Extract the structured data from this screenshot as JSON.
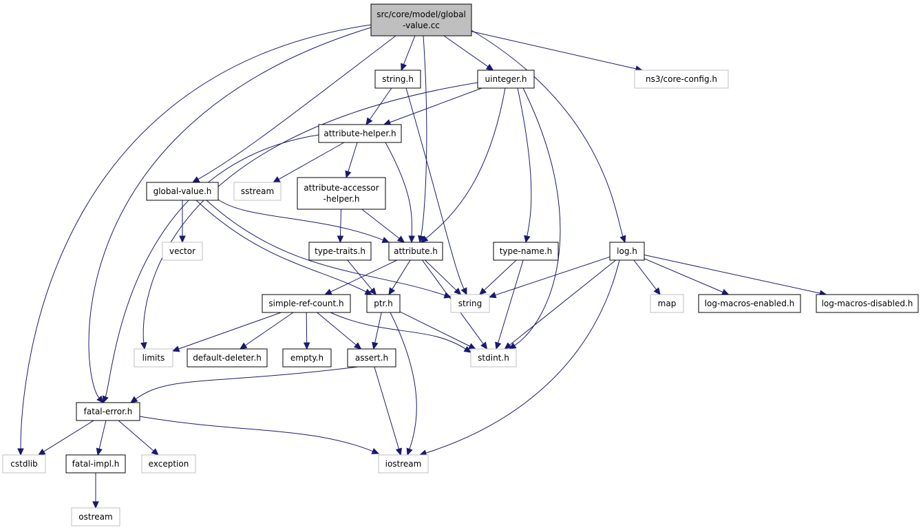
{
  "graph": {
    "root": "src_core_model_global_value_cc",
    "nodes": [
      {
        "id": "src_core_model_global_value_cc",
        "lines": [
          "src/core/model/global",
          "-value.cc"
        ],
        "kind": "root"
      },
      {
        "id": "string_h",
        "lines": [
          "string.h"
        ],
        "kind": "documented"
      },
      {
        "id": "uinteger_h",
        "lines": [
          "uinteger.h"
        ],
        "kind": "documented"
      },
      {
        "id": "ns3_core_config_h",
        "lines": [
          "ns3/core-config.h"
        ],
        "kind": "external"
      },
      {
        "id": "attribute_helper_h",
        "lines": [
          "attribute-helper.h"
        ],
        "kind": "documented"
      },
      {
        "id": "global_value_h",
        "lines": [
          "global-value.h"
        ],
        "kind": "documented"
      },
      {
        "id": "sstream",
        "lines": [
          "sstream"
        ],
        "kind": "external"
      },
      {
        "id": "attribute_accessor_helper_h",
        "lines": [
          "attribute-accessor",
          "-helper.h"
        ],
        "kind": "documented"
      },
      {
        "id": "vector",
        "lines": [
          "vector"
        ],
        "kind": "external"
      },
      {
        "id": "type_traits_h",
        "lines": [
          "type-traits.h"
        ],
        "kind": "documented"
      },
      {
        "id": "attribute_h",
        "lines": [
          "attribute.h"
        ],
        "kind": "documented"
      },
      {
        "id": "type_name_h",
        "lines": [
          "type-name.h"
        ],
        "kind": "documented"
      },
      {
        "id": "log_h",
        "lines": [
          "log.h"
        ],
        "kind": "documented"
      },
      {
        "id": "simple_ref_count_h",
        "lines": [
          "simple-ref-count.h"
        ],
        "kind": "documented"
      },
      {
        "id": "ptr_h",
        "lines": [
          "ptr.h"
        ],
        "kind": "documented"
      },
      {
        "id": "string",
        "lines": [
          "string"
        ],
        "kind": "external"
      },
      {
        "id": "map",
        "lines": [
          "map"
        ],
        "kind": "external"
      },
      {
        "id": "log_macros_enabled_h",
        "lines": [
          "log-macros-enabled.h"
        ],
        "kind": "documented"
      },
      {
        "id": "log_macros_disabled_h",
        "lines": [
          "log-macros-disabled.h"
        ],
        "kind": "documented"
      },
      {
        "id": "limits",
        "lines": [
          "limits"
        ],
        "kind": "external"
      },
      {
        "id": "default_deleter_h",
        "lines": [
          "default-deleter.h"
        ],
        "kind": "documented"
      },
      {
        "id": "empty_h",
        "lines": [
          "empty.h"
        ],
        "kind": "documented"
      },
      {
        "id": "assert_h",
        "lines": [
          "assert.h"
        ],
        "kind": "documented"
      },
      {
        "id": "stdint_h",
        "lines": [
          "stdint.h"
        ],
        "kind": "external"
      },
      {
        "id": "fatal_error_h",
        "lines": [
          "fatal-error.h"
        ],
        "kind": "documented"
      },
      {
        "id": "cstdlib",
        "lines": [
          "cstdlib"
        ],
        "kind": "external"
      },
      {
        "id": "fatal_impl_h",
        "lines": [
          "fatal-impl.h"
        ],
        "kind": "documented"
      },
      {
        "id": "exception",
        "lines": [
          "exception"
        ],
        "kind": "external"
      },
      {
        "id": "iostream",
        "lines": [
          "iostream"
        ],
        "kind": "external"
      },
      {
        "id": "ostream",
        "lines": [
          "ostream"
        ],
        "kind": "external"
      }
    ],
    "edges": [
      {
        "from": "src_core_model_global_value_cc",
        "to": "string_h"
      },
      {
        "from": "src_core_model_global_value_cc",
        "to": "uinteger_h"
      },
      {
        "from": "src_core_model_global_value_cc",
        "to": "ns3_core_config_h"
      },
      {
        "from": "src_core_model_global_value_cc",
        "to": "global_value_h"
      },
      {
        "from": "src_core_model_global_value_cc",
        "to": "attribute_h"
      },
      {
        "from": "src_core_model_global_value_cc",
        "to": "log_h"
      },
      {
        "from": "src_core_model_global_value_cc",
        "to": "fatal_error_h"
      },
      {
        "from": "src_core_model_global_value_cc",
        "to": "cstdlib"
      },
      {
        "from": "string_h",
        "to": "attribute_helper_h"
      },
      {
        "from": "string_h",
        "to": "string"
      },
      {
        "from": "uinteger_h",
        "to": "attribute_helper_h"
      },
      {
        "from": "uinteger_h",
        "to": "limits"
      },
      {
        "from": "uinteger_h",
        "to": "attribute_h"
      },
      {
        "from": "uinteger_h",
        "to": "type_name_h"
      },
      {
        "from": "uinteger_h",
        "to": "stdint_h"
      },
      {
        "from": "attribute_helper_h",
        "to": "sstream"
      },
      {
        "from": "attribute_helper_h",
        "to": "attribute_accessor_helper_h"
      },
      {
        "from": "attribute_helper_h",
        "to": "attribute_h"
      },
      {
        "from": "attribute_helper_h",
        "to": "fatal_error_h"
      },
      {
        "from": "global_value_h",
        "to": "vector"
      },
      {
        "from": "global_value_h",
        "to": "attribute_h"
      },
      {
        "from": "global_value_h",
        "to": "ptr_h"
      },
      {
        "from": "global_value_h",
        "to": "string"
      },
      {
        "from": "attribute_accessor_helper_h",
        "to": "type_traits_h"
      },
      {
        "from": "attribute_accessor_helper_h",
        "to": "attribute_h"
      },
      {
        "from": "type_traits_h",
        "to": "ptr_h"
      },
      {
        "from": "attribute_h",
        "to": "simple_ref_count_h"
      },
      {
        "from": "attribute_h",
        "to": "ptr_h"
      },
      {
        "from": "attribute_h",
        "to": "string"
      },
      {
        "from": "attribute_h",
        "to": "stdint_h"
      },
      {
        "from": "type_name_h",
        "to": "string"
      },
      {
        "from": "type_name_h",
        "to": "stdint_h"
      },
      {
        "from": "log_h",
        "to": "string"
      },
      {
        "from": "log_h",
        "to": "map"
      },
      {
        "from": "log_h",
        "to": "log_macros_enabled_h"
      },
      {
        "from": "log_h",
        "to": "log_macros_disabled_h"
      },
      {
        "from": "log_h",
        "to": "stdint_h"
      },
      {
        "from": "log_h",
        "to": "iostream"
      },
      {
        "from": "simple_ref_count_h",
        "to": "limits"
      },
      {
        "from": "simple_ref_count_h",
        "to": "default_deleter_h"
      },
      {
        "from": "simple_ref_count_h",
        "to": "empty_h"
      },
      {
        "from": "simple_ref_count_h",
        "to": "assert_h"
      },
      {
        "from": "simple_ref_count_h",
        "to": "stdint_h"
      },
      {
        "from": "ptr_h",
        "to": "assert_h"
      },
      {
        "from": "ptr_h",
        "to": "stdint_h"
      },
      {
        "from": "ptr_h",
        "to": "iostream"
      },
      {
        "from": "assert_h",
        "to": "fatal_error_h"
      },
      {
        "from": "assert_h",
        "to": "iostream"
      },
      {
        "from": "fatal_error_h",
        "to": "cstdlib"
      },
      {
        "from": "fatal_error_h",
        "to": "fatal_impl_h"
      },
      {
        "from": "fatal_error_h",
        "to": "exception"
      },
      {
        "from": "fatal_error_h",
        "to": "iostream"
      },
      {
        "from": "fatal_impl_h",
        "to": "ostream"
      }
    ]
  },
  "colors": {
    "edge": "#191970",
    "root_fill": "#bfbfbf",
    "root_border": "#000000",
    "documented_border": "#000000",
    "external_border": "#bfbfbf",
    "node_fill": "#ffffff",
    "text": "#000000"
  }
}
